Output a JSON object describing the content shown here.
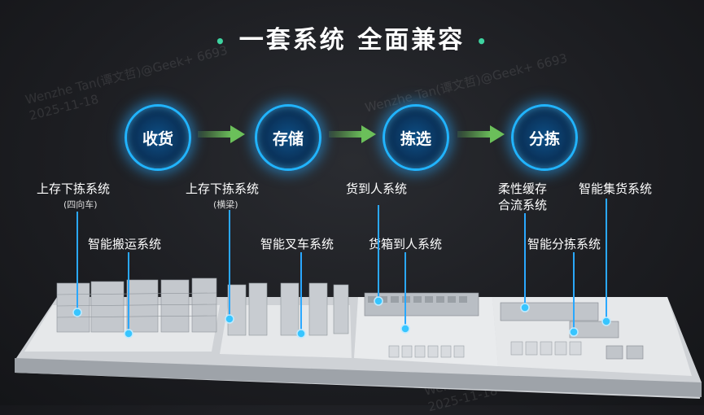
{
  "title": "一套系统  全面兼容",
  "watermarks": [
    "Wenzhe Tan(谭文哲)@Geek+ 6693\n2025-11-18",
    "Wenzhe Tan(谭文哲)@Geek+ 6693",
    "Wenzhe Tan(谭文哲)@Geek+ 6693\n2025-11-18"
  ],
  "stages": [
    "收货",
    "存储",
    "拣选",
    "分拣"
  ],
  "systems": {
    "s1": "上存下拣系统",
    "s1_sub": "(四向车)",
    "s2": "智能搬运系统",
    "s3": "上存下拣系统",
    "s3_sub": "(横梁)",
    "s4": "智能叉车系统",
    "s5": "货到人系统",
    "s6": "货箱到人系统",
    "s7": "柔性缓存",
    "s7b": "合流系统",
    "s8": "智能集货系统",
    "s9": "智能分拣系统"
  },
  "colors": {
    "accent": "#21b4ff",
    "title_dot": "#3ed3a0",
    "arrow": "#6bbf5a"
  }
}
